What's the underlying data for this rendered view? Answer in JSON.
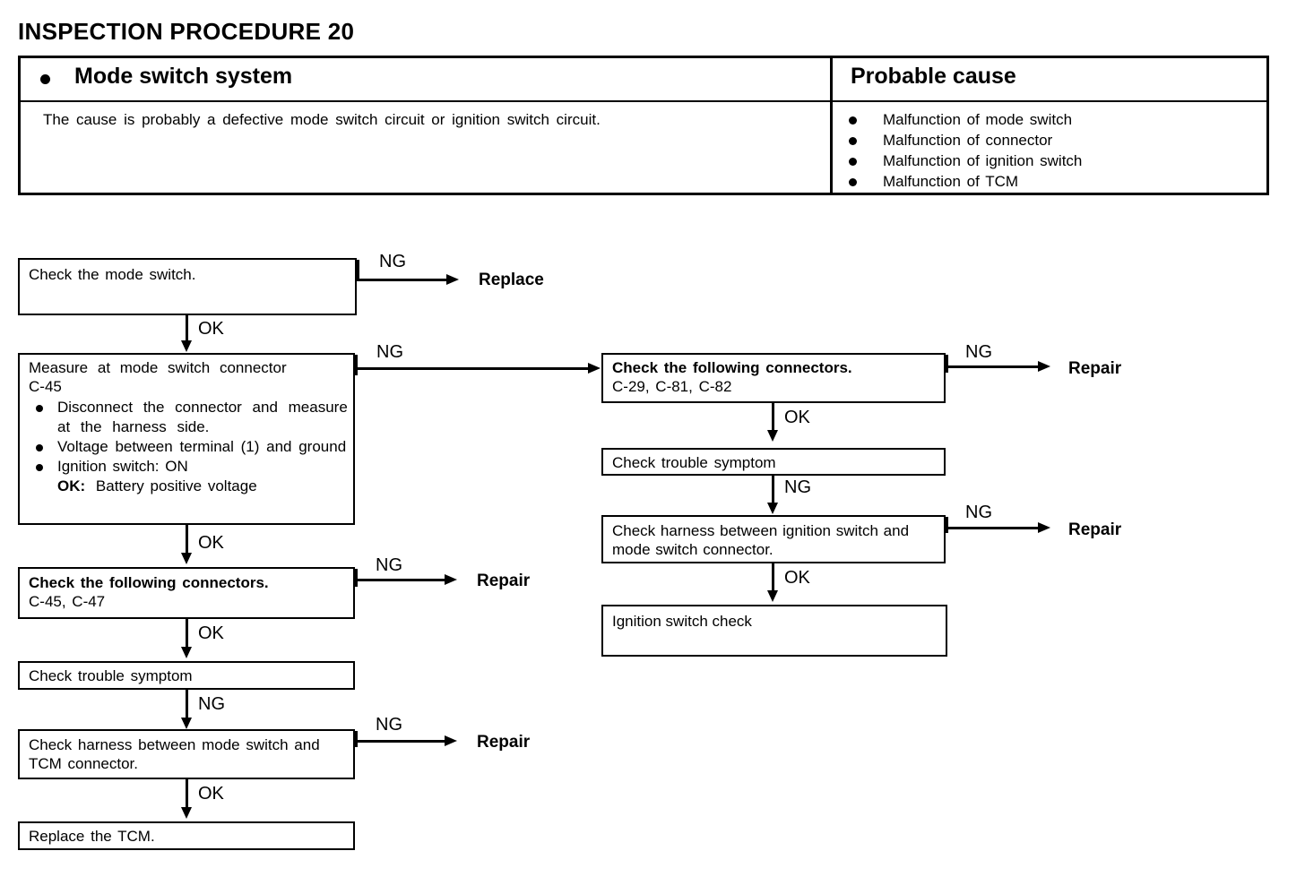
{
  "page_title": "INSPECTION PROCEDURE 20",
  "summary": {
    "system_title": "Mode switch system",
    "probable_cause_title": "Probable cause",
    "description": "The cause is probably a defective mode switch circuit or ignition switch circuit.",
    "causes": [
      "Malfunction of mode switch",
      "Malfunction of connector",
      "Malfunction of ignition switch",
      "Malfunction of TCM"
    ]
  },
  "flow": {
    "labels": {
      "ng": "NG",
      "ok": "OK",
      "replace": "Replace",
      "repair": "Repair"
    },
    "left": {
      "b1": {
        "text": "Check the mode switch."
      },
      "b2": {
        "title": "Measure at mode switch connector",
        "subtitle": "C-45",
        "items": [
          "Disconnect the connector and measure at the harness side.",
          "Voltage between terminal (1) and ground",
          "Ignition switch: ON"
        ],
        "ok_line_bold": "OK:",
        "ok_line_rest": "Battery positive voltage"
      },
      "b3": {
        "title": "Check the following connectors.",
        "subtitle": "C-45, C-47"
      },
      "b4": {
        "text": "Check trouble symptom"
      },
      "b5": {
        "text": "Check harness between mode switch and TCM connector."
      },
      "b6": {
        "text": "Replace the TCM."
      }
    },
    "right": {
      "r1": {
        "title": "Check the following connectors.",
        "subtitle": "C-29, C-81, C-82"
      },
      "r2": {
        "text": "Check trouble symptom"
      },
      "r3": {
        "text": "Check harness between ignition switch and mode switch connector."
      },
      "r4": {
        "text": "Ignition switch check"
      }
    }
  }
}
